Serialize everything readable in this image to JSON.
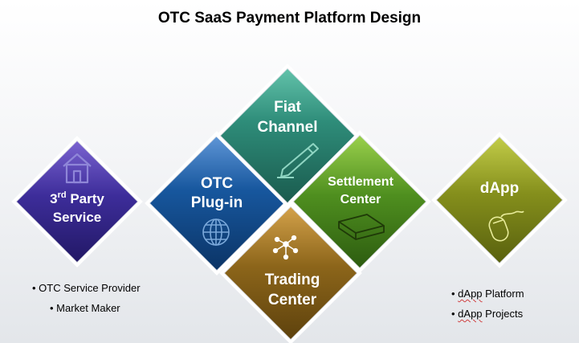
{
  "title": "OTC SaaS Payment Platform Design",
  "tiles": {
    "third_party": {
      "sup_prefix": "3",
      "sup": "rd",
      "line1_rest": " Party",
      "line2": "Service",
      "icon": "house-icon",
      "color": "#3b2f8f"
    },
    "otc_plugin": {
      "line1": "OTC",
      "line2": "Plug-in",
      "icon": "globe-icon",
      "color": "#14548f"
    },
    "fiat_channel": {
      "line1": "Fiat",
      "line2": "Channel",
      "icon": "pencil-icon",
      "color": "#2f8a78"
    },
    "settlement_center": {
      "line1": "Settlement",
      "line2": "Center",
      "icon": "book-icon",
      "color": "#4f8a1e"
    },
    "trading_center": {
      "line1": "Trading",
      "line2": "Center",
      "icon": "network-icon",
      "color": "#8a6418"
    },
    "dapp": {
      "line1": "dApp",
      "icon": "mouse-icon",
      "color": "#7f8a1a"
    }
  },
  "left_bullets": [
    "OTC Service Provider",
    "Market Maker"
  ],
  "right_bullets": {
    "item1_word": "dApp",
    "item1_rest": " Platform",
    "item2_word": "dApp",
    "item2_rest": " Projects"
  }
}
